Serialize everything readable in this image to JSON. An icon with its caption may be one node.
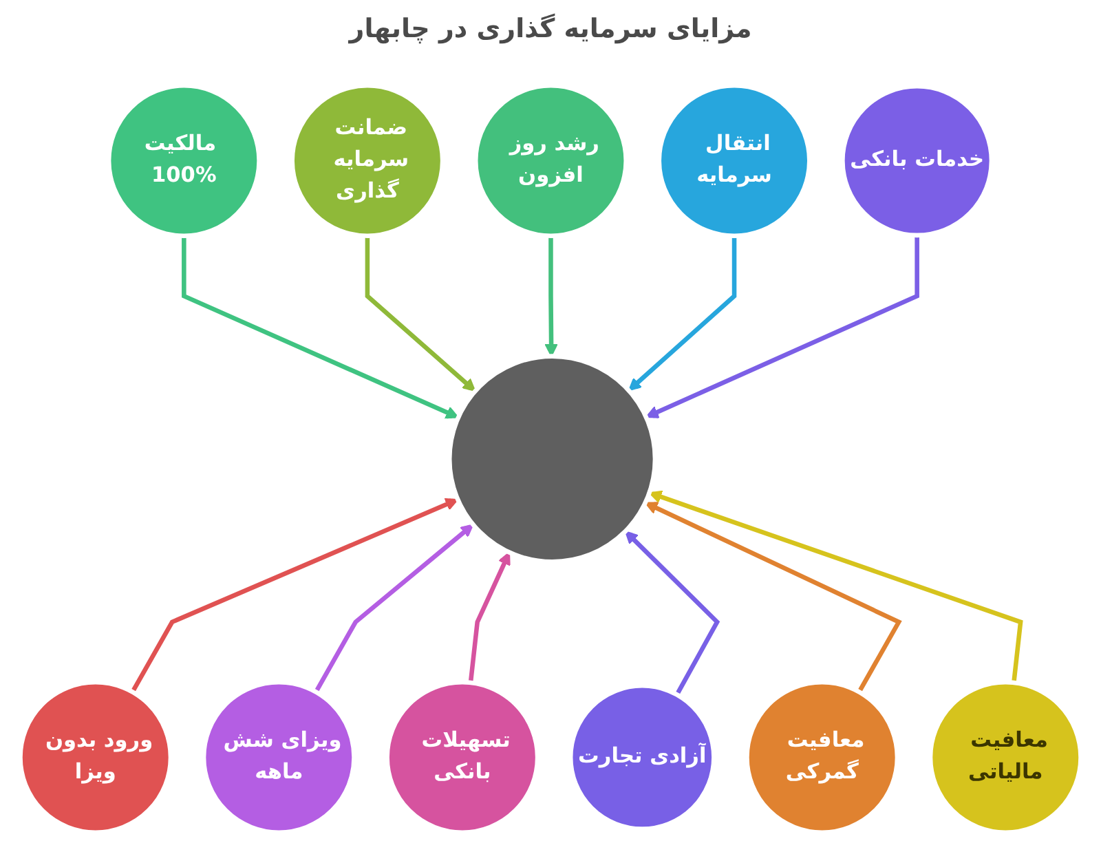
{
  "diagram": {
    "title": "مزایای سرمایه گذاری در چابهار",
    "nodes": [
      {
        "text": [
          "مالکیت 100%"
        ]
      },
      {
        "text": [
          "ضمانت سرمایه گذاری"
        ]
      },
      {
        "text": [
          "رشد روز افزون"
        ]
      },
      {
        "text": [
          "انتقال سرمایه"
        ]
      },
      {
        "text": [
          "خدمات بانکی"
        ]
      },
      {
        "text": [],
        "shape": "circle"
      },
      {
        "text": [
          "معافیت مالیاتی"
        ]
      },
      {
        "text": [
          "ورود بدون ویزا"
        ]
      },
      {
        "text": [
          "معافیت گمرکی"
        ]
      },
      {
        "text": [
          "ویزای شش ماهه"
        ]
      },
      {
        "text": [
          "آزادی تجارت"
        ]
      },
      {
        "text": [
          "تسهیلات بانکی"
        ]
      }
    ],
    "edges": [
      {
        "from": 0,
        "to": 5,
        "arrow": "to",
        "color": "#3fc381"
      },
      {
        "from": 1,
        "to": 5,
        "arrow": "to",
        "color": "#8fb939"
      },
      {
        "from": 2,
        "to": 5,
        "arrow": "to",
        "color": "#43c07d"
      },
      {
        "from": 3,
        "to": 5,
        "arrow": "to",
        "color": "#27a6dd"
      },
      {
        "from": 4,
        "to": 5,
        "arrow": "to",
        "color": "#7b5fe6"
      },
      {
        "from": 6,
        "to": 5,
        "arrow": "to",
        "color": "#d6c31d"
      },
      {
        "from": 7,
        "to": 5,
        "arrow": "to",
        "color": "#e05252"
      },
      {
        "from": 8,
        "to": 5,
        "arrow": "to",
        "color": "#e08230"
      },
      {
        "from": 9,
        "to": 5,
        "arrow": "to",
        "color": "#b45ee3"
      },
      {
        "from": 10,
        "to": 5,
        "arrow": "to",
        "color": "#7860e6"
      },
      {
        "from": 11,
        "to": 5,
        "arrow": "to",
        "color": "#d6539f"
      }
    ]
  }
}
